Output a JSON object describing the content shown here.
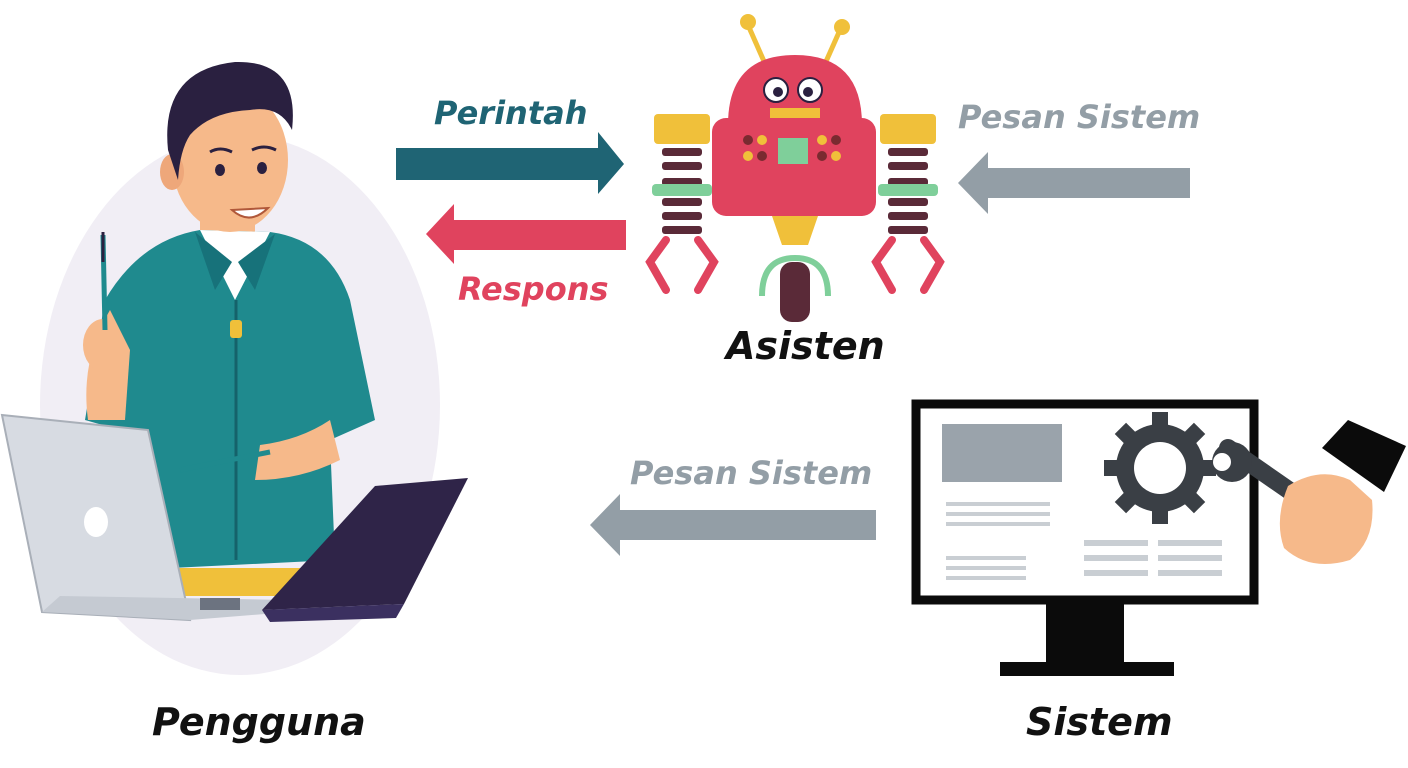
{
  "nodes": {
    "user": {
      "label": "Pengguna"
    },
    "assistant": {
      "label": "Asisten"
    },
    "system": {
      "label": "Sistem"
    }
  },
  "edges": {
    "command": {
      "label": "Perintah",
      "color": "#1f6474"
    },
    "response": {
      "label": "Respons",
      "color": "#e0435e"
    },
    "system_message_to_assistant": {
      "label": "Pesan Sistem",
      "color": "#939ea6"
    },
    "system_message_to_user": {
      "label": "Pesan Sistem",
      "color": "#939ea6"
    }
  },
  "colors": {
    "shirt": "#1f8a8e",
    "skin": "#f6b98a",
    "hair": "#2a2040",
    "robot_body": "#e0435e",
    "robot_accent": "#f0c03a",
    "robot_green": "#7fcf9a",
    "monitor": "#0b0b0b",
    "gear": "#3a3f45"
  },
  "icons": [
    "person-with-laptops-icon",
    "robot-icon",
    "monitor-gear-icon",
    "wrench-hand-icon"
  ]
}
